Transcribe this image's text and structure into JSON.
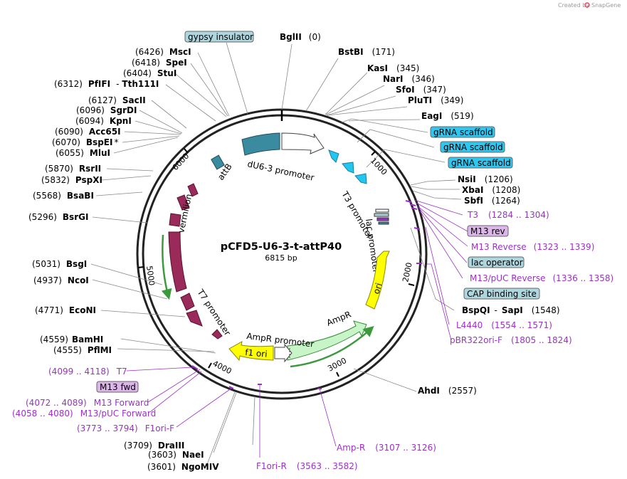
{
  "credit": {
    "prefix": "Created by",
    "brand": "SnapGene"
  },
  "plasmid": {
    "name": "pCFD5-U6-3-t-attP40",
    "size": "6815 bp"
  },
  "ticks": [
    "1000",
    "2000",
    "3000",
    "4000",
    "5000",
    "6000"
  ],
  "enzymes": [
    {
      "name": "BglII",
      "pos": "(0)"
    },
    {
      "name": "BstBI",
      "pos": "(171)"
    },
    {
      "name": "KasI",
      "pos": "(345)"
    },
    {
      "name": "NarI",
      "pos": "(346)"
    },
    {
      "name": "SfoI",
      "pos": "(347)"
    },
    {
      "name": "PluTI",
      "pos": "(349)"
    },
    {
      "name": "EagI",
      "pos": "(519)"
    },
    {
      "name": "NsiI",
      "pos": "(1206)"
    },
    {
      "name": "XbaI",
      "pos": "(1208)"
    },
    {
      "name": "SbfI",
      "pos": "(1264)"
    },
    {
      "name": "BspQI",
      "sep": "-",
      "name2": "SapI",
      "pos": "(1548)"
    },
    {
      "name": "AhdI",
      "pos": "(2557)"
    },
    {
      "name": "DraIII",
      "pos": "(3709)"
    },
    {
      "name": "NaeI",
      "pos": "(3603)"
    },
    {
      "name": "NgoMIV",
      "pos": "(3601)"
    },
    {
      "name": "BamHI",
      "pos": "(4559)"
    },
    {
      "name": "PflMI",
      "pos": "(4555)"
    },
    {
      "name": "EcoNI",
      "pos": "(4771)"
    },
    {
      "name": "NcoI",
      "pos": "(4937)"
    },
    {
      "name": "BsgI",
      "pos": "(5031)"
    },
    {
      "name": "BsrGI",
      "pos": "(5296)"
    },
    {
      "name": "BsaBI",
      "pos": "(5568)"
    },
    {
      "name": "PspXI",
      "pos": "(5832)"
    },
    {
      "name": "RsrII",
      "pos": "(5870)"
    },
    {
      "name": "MluI",
      "pos": "(6055)"
    },
    {
      "name": "BspEI",
      "star": "*",
      "pos": "(6070)"
    },
    {
      "name": "Acc65I",
      "pos": "(6090)"
    },
    {
      "name": "KpnI",
      "pos": "(6094)"
    },
    {
      "name": "SgrDI",
      "pos": "(6096)"
    },
    {
      "name": "SacII",
      "pos": "(6127)"
    },
    {
      "name": "PfIFI",
      "sep": "-",
      "name2": "Tth111I",
      "pos": "(6312)"
    },
    {
      "name": "StuI",
      "pos": "(6404)"
    },
    {
      "name": "SpeI",
      "pos": "(6418)"
    },
    {
      "name": "MscI",
      "pos": "(6426)"
    }
  ],
  "features_boxed": [
    {
      "label": "gypsy insulator",
      "color": "#aed6df"
    },
    {
      "label": "gRNA scaffold",
      "color": "#2fc6ef"
    },
    {
      "label": "gRNA scaffold",
      "color": "#2fc6ef"
    },
    {
      "label": "gRNA scaffold",
      "color": "#2fc6ef"
    },
    {
      "label": "M13 rev",
      "color": "#dcb6ea"
    },
    {
      "label": "lac operator",
      "color": "#aed6df"
    },
    {
      "label": "CAP binding site",
      "color": "#aed6df"
    },
    {
      "label": "M13 fwd",
      "color": "#dcb6ea"
    }
  ],
  "primers": [
    {
      "label": "T3",
      "range": "(1284 .. 1304)"
    },
    {
      "label": "M13 Reverse",
      "range": "(1323 .. 1339)"
    },
    {
      "label": "M13/pUC Reverse",
      "range": "(1336 .. 1358)"
    },
    {
      "label": "L4440",
      "range": "(1554 .. 1571)"
    },
    {
      "label": "pBR322ori-F",
      "range": "(1805 .. 1824)"
    },
    {
      "label": "Amp-R",
      "range": "(3107 .. 3126)"
    },
    {
      "label": "F1ori-R",
      "range": "(3563 .. 3582)"
    },
    {
      "label": "F1ori-F",
      "range": "(3773 .. 3794)"
    },
    {
      "label": "M13/pUC Forward",
      "range": "(4058 .. 4080)"
    },
    {
      "label": "M13 Forward",
      "range": "(4072 .. 4089)"
    },
    {
      "label": "T7",
      "range": "(4099 .. 4118)"
    }
  ],
  "features_inner": [
    {
      "label": "dU6-3 promoter",
      "color": "#3a8aa0"
    },
    {
      "label": "attB",
      "color": "#3a8aa0"
    },
    {
      "label": "T3 promoter",
      "color": "#ffffff"
    },
    {
      "label": "lac promoter",
      "color": "#ffffff"
    },
    {
      "label": "ori",
      "color": "#ffff00"
    },
    {
      "label": "AmpR",
      "color": "#c8f5c8"
    },
    {
      "label": "AmpR promoter",
      "color": "#ffffff"
    },
    {
      "label": "f1 ori",
      "color": "#ffff00"
    },
    {
      "label": "T7 promoter",
      "color": "#9a2a5a"
    },
    {
      "label": "vermilion",
      "color": "#9a2a5a"
    }
  ]
}
